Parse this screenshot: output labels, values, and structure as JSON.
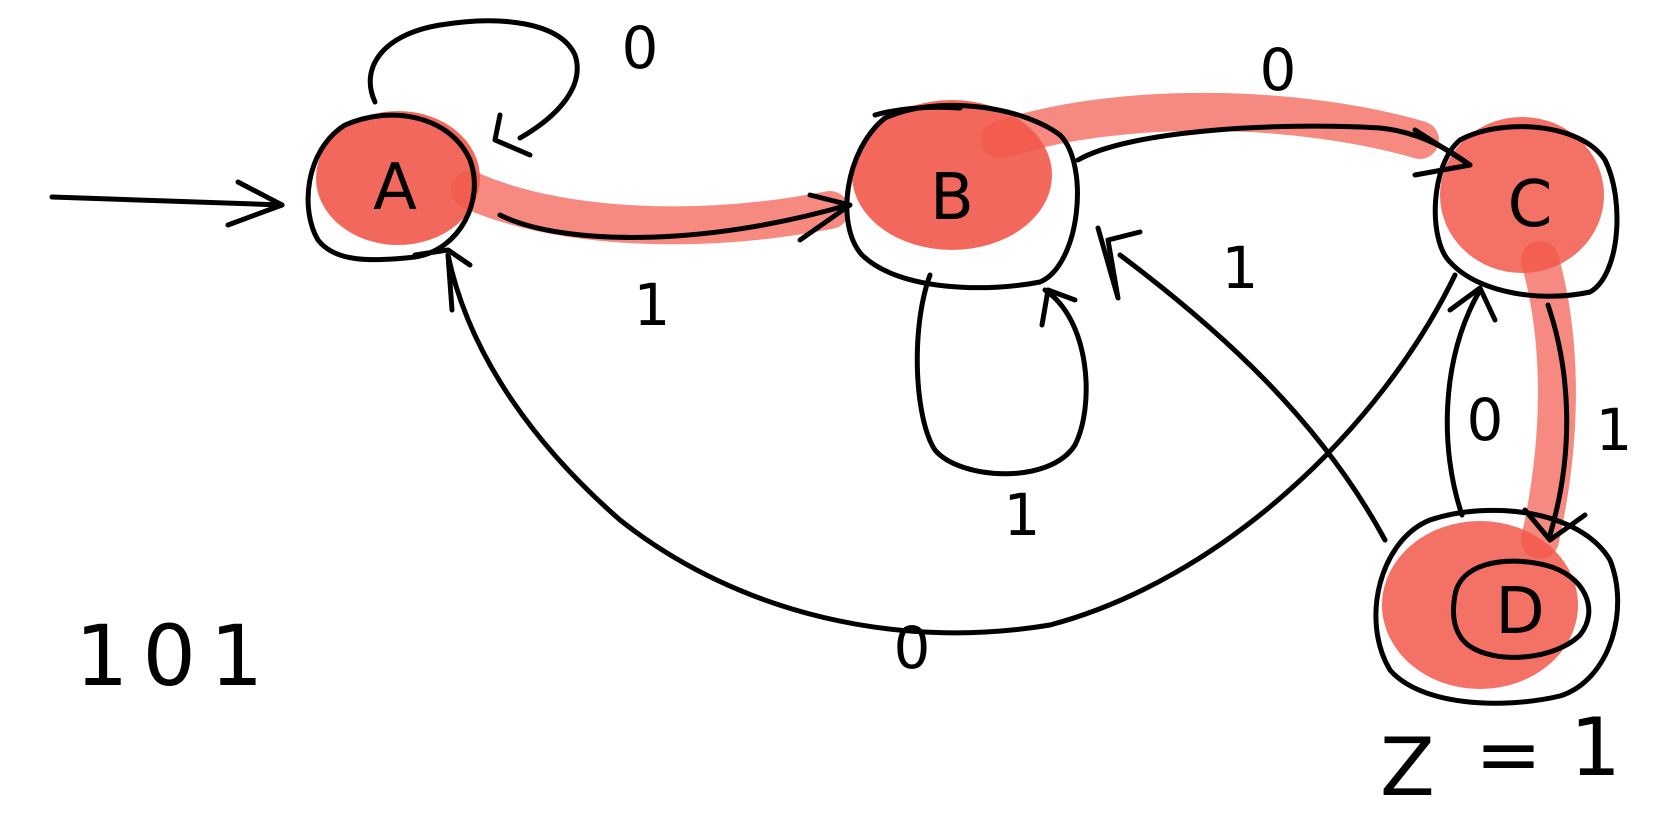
{
  "diagram": {
    "colors": {
      "ink": "#000000",
      "highlight": "#f2584a"
    },
    "nodes": {
      "A": {
        "label": "A",
        "highlighted": true
      },
      "B": {
        "label": "B",
        "highlighted": true
      },
      "C": {
        "label": "C",
        "highlighted": true
      },
      "D": {
        "label": "D",
        "highlighted": true,
        "accepting": true
      }
    },
    "edges": {
      "A_to_A": "0",
      "A_to_B": "1",
      "B_to_C": "0",
      "B_to_B": "1",
      "C_to_D": "1",
      "D_to_C": "0",
      "D_to_B": "1",
      "C_to_A": "0"
    },
    "output_note": {
      "z": "Z",
      "eq": "=",
      "value": "1"
    },
    "input_sequence": "101"
  }
}
